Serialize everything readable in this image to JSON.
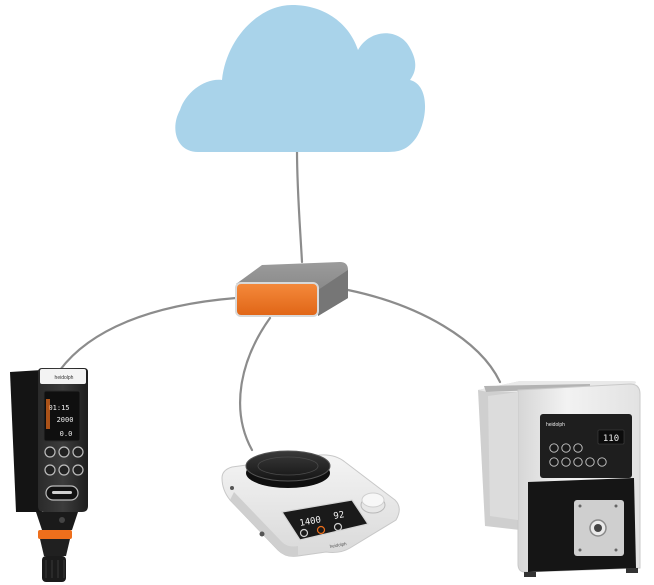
{
  "colors": {
    "cloud": "#a9d3ea",
    "hub_orange": "#ec7428",
    "hub_body": "#8a8a8a",
    "connector": "#8c8c8c",
    "device_dark": "#1b1b1b",
    "device_light": "#eeeeee",
    "accent_orange": "#ee6f1c"
  },
  "nodes": {
    "cloud": {
      "icon": "cloud-icon"
    },
    "hub": {
      "icon": "network-hub-icon"
    },
    "overhead_stirrer": {
      "icon": "overhead-stirrer-icon",
      "brand": "heidolph",
      "screen_time": "01:15",
      "screen_speed": "2000",
      "screen_torque": "0.0"
    },
    "hotplate_stirrer": {
      "icon": "magnetic-hotplate-stirrer-icon",
      "brand": "heidolph",
      "display_left": "1400",
      "display_right": "92"
    },
    "peristaltic_pump": {
      "icon": "peristaltic-pump-icon",
      "brand": "heidolph",
      "display": "110"
    }
  },
  "edges": [
    {
      "from": "cloud",
      "to": "hub"
    },
    {
      "from": "hub",
      "to": "overhead_stirrer"
    },
    {
      "from": "hub",
      "to": "hotplate_stirrer"
    },
    {
      "from": "hub",
      "to": "peristaltic_pump"
    }
  ]
}
